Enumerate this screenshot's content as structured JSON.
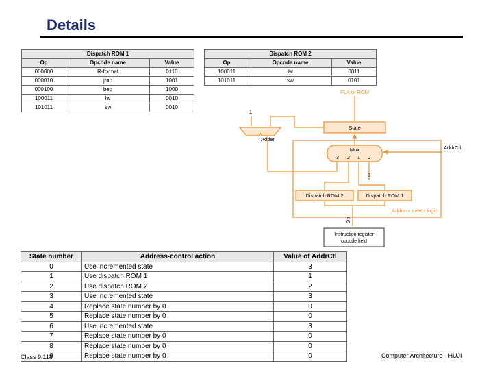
{
  "title": "Details",
  "rom1": {
    "caption": "Dispatch ROM 1",
    "headers": [
      "Op",
      "Opcode name",
      "Value"
    ],
    "rows": [
      [
        "000000",
        "R-format",
        "0110"
      ],
      [
        "000010",
        "jmp",
        "1001"
      ],
      [
        "000100",
        "beq",
        "1000"
      ],
      [
        "100011",
        "lw",
        "0010"
      ],
      [
        "101011",
        "sw",
        "0010"
      ]
    ]
  },
  "rom2": {
    "caption": "Dispatch ROM 2",
    "headers": [
      "Op",
      "Opcode name",
      "Value"
    ],
    "rows": [
      [
        "100011",
        "lw",
        "0011"
      ],
      [
        "101011",
        "sw",
        "0101"
      ]
    ]
  },
  "diagram": {
    "pla": "PLA or ROM",
    "one": "1",
    "state": "State",
    "adder": "Adder",
    "mux": "Mux",
    "mux_inputs": [
      "3",
      "2",
      "1",
      "0"
    ],
    "zero": "0",
    "addrctl": "AddrCtl",
    "drom2": "Dispatch ROM 2",
    "drom1": "Dispatch ROM 1",
    "asl": "Address select logic",
    "op": "Op",
    "ir_line1": "Instruction register",
    "ir_line2": "opcode field",
    "colors": {
      "accent": "#e8922e",
      "box_fill": "#fde7cf"
    }
  },
  "actions": {
    "headers": [
      "State number",
      "Address-control action",
      "Value of AddrCtl"
    ],
    "rows": [
      [
        "0",
        "Use incremented state",
        "3"
      ],
      [
        "1",
        "Use dispatch ROM 1",
        "1"
      ],
      [
        "2",
        "Use dispatch ROM 2",
        "2"
      ],
      [
        "3",
        "Use incremented state",
        "3"
      ],
      [
        "4",
        "Replace state number by 0",
        "0"
      ],
      [
        "5",
        "Replace state number by 0",
        "0"
      ],
      [
        "6",
        "Use incremented state",
        "3"
      ],
      [
        "7",
        "Replace state number by 0",
        "0"
      ],
      [
        "8",
        "Replace state number by 0",
        "0"
      ],
      [
        "9",
        "Replace state number by 0",
        "0"
      ]
    ]
  },
  "footer": {
    "left": "Class 9.1",
    "page": "18",
    "right": "Computer Architecture - HUJI"
  }
}
